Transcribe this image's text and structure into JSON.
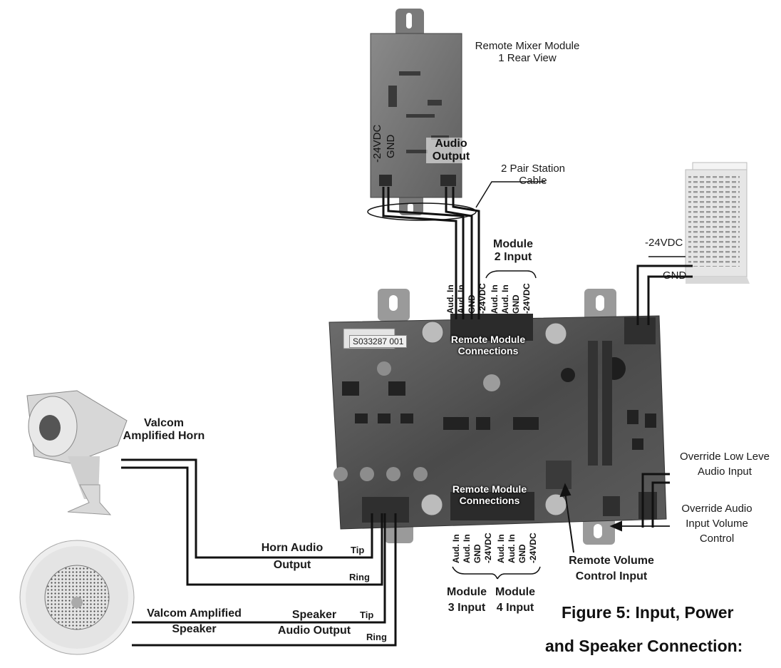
{
  "figure_caption": {
    "line1": "Figure 5: Input, Power",
    "line2": "and Speaker Connection:"
  },
  "remote_mixer": {
    "title_line1": "Remote Mixer Module",
    "title_line2": "1 Rear View"
  },
  "remote_mixer_labels": {
    "vdc": "-24VDC",
    "gnd": "GND",
    "audio_output_line1": "Audio",
    "audio_output_line2": "Output"
  },
  "cable": {
    "line1": "2 Pair Station",
    "line2": "Cable"
  },
  "module2": {
    "line1": "Module",
    "line2": "2 Input"
  },
  "top_terminals": [
    "Aud. In",
    "Aud. In",
    "GND",
    "-24VDC",
    "Aud. In",
    "Aud. In",
    "GND",
    "-24VDC"
  ],
  "bottom_terminals": [
    "Aud. In",
    "Aud. In",
    "GND",
    "-24VDC",
    "Aud. In",
    "Aud. In",
    "GND",
    "-24VDC"
  ],
  "board": {
    "part_number": "S033287 001",
    "top_connections_line1": "Remote Module",
    "top_connections_line2": "Connections",
    "bottom_connections_line1": "Remote Module",
    "bottom_connections_line2": "Connections"
  },
  "power_supply": {
    "vdc": "-24VDC",
    "gnd": "GND"
  },
  "horn": {
    "line1": "Valcom",
    "line2": "Amplified Horn"
  },
  "horn_output": {
    "line1": "Horn Audio",
    "line2": "Output",
    "tip": "Tip",
    "ring": "Ring"
  },
  "speaker": {
    "line1": "Valcom Amplified",
    "line2": "Speaker"
  },
  "speaker_output": {
    "line1": "Speaker",
    "line2": "Audio Output",
    "tip": "Tip",
    "ring": "Ring"
  },
  "module3": {
    "line1": "Module",
    "line2": "3 Input"
  },
  "module4": {
    "line1": "Module",
    "line2": "4 Input"
  },
  "remote_volume": {
    "line1": "Remote Volume",
    "line2": "Control Input"
  },
  "override_low": {
    "line1": "Override Low Leve",
    "line2": "Audio Input"
  },
  "override_volume": {
    "line1": "Override Audio",
    "line2": "Input Volume",
    "line3": "Control"
  }
}
